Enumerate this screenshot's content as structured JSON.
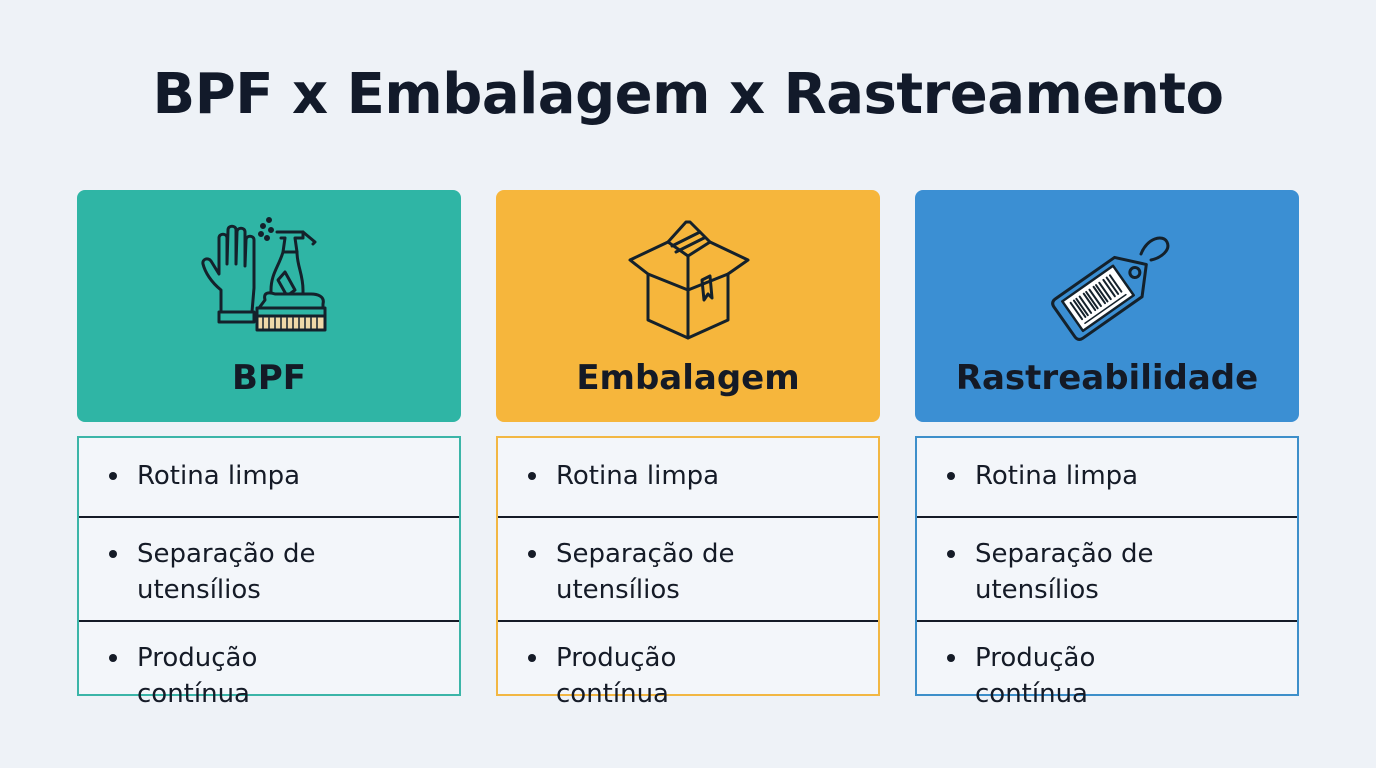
{
  "title": "BPF x Embalagem x Rastreamento",
  "columns": [
    {
      "header": "BPF",
      "icon": "gloves-spray-brush-icon",
      "color": "#2fb5a5",
      "items": [
        "Rotina limpa",
        "Separação de utensílios",
        "Produção contínua"
      ]
    },
    {
      "header": "Embalagem",
      "icon": "open-box-icon",
      "color": "#f6b63c",
      "items": [
        "Rotina limpa",
        "Separação de utensílios",
        "Produção contínua"
      ]
    },
    {
      "header": "Rastreabilidade",
      "icon": "barcode-tag-icon",
      "color": "#3b8fd3",
      "items": [
        "Rotina limpa",
        "Separação de utensílios",
        "Produção contínua"
      ]
    }
  ]
}
